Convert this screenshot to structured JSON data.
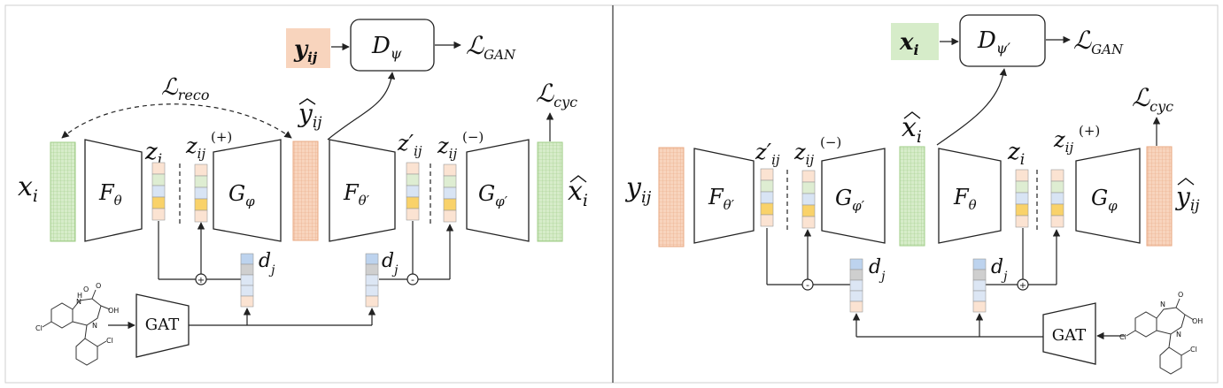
{
  "colors": {
    "green_input": "#d6ecc9",
    "orange_input": "#f8d4bd",
    "latent_peach": "#fbe3d2",
    "latent_green": "#deedd2",
    "latent_blue": "#d8e4f4",
    "latent_yellow": "#f9d26a",
    "drug_blue": "#bdd3ee",
    "drug_gray": "#cfcfcf",
    "drug_light_blue": "#dce6f4",
    "drug_peach": "#fbe3d2"
  },
  "left": {
    "x_i": "x",
    "x_i_sub": "i",
    "F_theta": "F",
    "F_theta_sub": "θ",
    "z_i": "z",
    "z_i_sub": "i",
    "z_ij_plus": "z",
    "z_ij_plus_sub": "ij",
    "z_ij_plus_sup": "(+)",
    "G_phi": "G",
    "G_phi_sub": "φ",
    "y_hat": "y",
    "y_hat_sub": "ij",
    "F_theta_prime": "F",
    "F_theta_prime_sub": "θ′",
    "z_prime_ij": "z′",
    "z_prime_ij_sub": "ij",
    "z_ij_minus": "z",
    "z_ij_minus_sub": "ij",
    "z_ij_minus_sup": "(−)",
    "G_phi_prime": "G",
    "G_phi_prime_sub": "φ′",
    "x_hat": "x",
    "x_hat_sub": "i",
    "y_ij_box": "y",
    "y_ij_box_sub": "ij",
    "D": "D",
    "D_sub": "ψ",
    "L_gan": "ℒ",
    "L_gan_sub": "GAN",
    "L_reco": "ℒ",
    "L_reco_sub": "reco",
    "L_cyc": "ℒ",
    "L_cyc_sub": "cyc",
    "d_j_1": "d",
    "d_j_1_sub": "j",
    "d_j_2": "d",
    "d_j_2_sub": "j",
    "op_plus": "+",
    "op_minus": "-",
    "gat": "GAT",
    "mol_nh": "N\nH",
    "mol_o": "O",
    "mol_oh": "OH",
    "mol_n": "N",
    "mol_cl1": "Cl",
    "mol_cl2": "Cl"
  },
  "right": {
    "y_ij": "y",
    "y_ij_sub": "ij",
    "F_theta_prime": "F",
    "F_theta_prime_sub": "θ′",
    "z_prime_ij": "z′",
    "z_prime_ij_sub": "ij",
    "z_ij_minus": "z",
    "z_ij_minus_sub": "ij",
    "z_ij_minus_sup": "(−)",
    "G_phi_prime": "G",
    "G_phi_prime_sub": "φ′",
    "x_hat": "x",
    "x_hat_sub": "i",
    "F_theta": "F",
    "F_theta_sub": "θ",
    "z_i": "z",
    "z_i_sub": "i",
    "z_ij_plus": "z",
    "z_ij_plus_sub": "ij",
    "z_ij_plus_sup": "(+)",
    "G_phi": "G",
    "G_phi_sub": "φ",
    "y_hat": "y",
    "y_hat_sub": "ij",
    "x_i_box": "x",
    "x_i_box_sub": "i",
    "D": "D",
    "D_sub": "ψ′",
    "L_gan": "ℒ",
    "L_gan_sub": "GAN",
    "L_cyc": "ℒ",
    "L_cyc_sub": "cyc",
    "d_j_1": "d",
    "d_j_1_sub": "j",
    "d_j_2": "d",
    "d_j_2_sub": "j",
    "op_minus": "-",
    "op_plus": "+",
    "gat": "GAT",
    "mol_o": "O",
    "mol_nh": "N\nH",
    "mol_oh": "OH",
    "mol_n": "N",
    "mol_cl1": "Cl",
    "mol_cl2": "Cl"
  }
}
